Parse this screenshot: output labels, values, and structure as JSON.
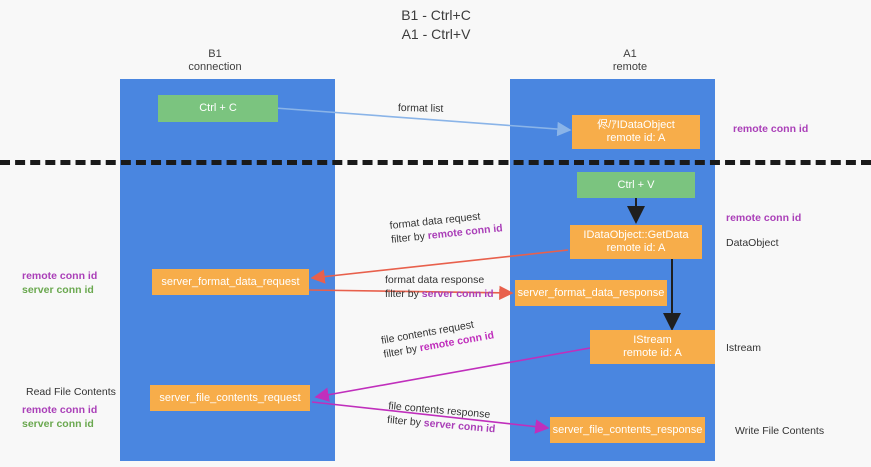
{
  "title": {
    "line1": "B1 - Ctrl+C",
    "line2": "A1 - Ctrl+V"
  },
  "lanes": [
    {
      "name": "b1",
      "title": "B1",
      "subtitle": "connection"
    },
    {
      "name": "a1",
      "title": "A1",
      "subtitle": "remote"
    }
  ],
  "nodes": {
    "ctrl_c": {
      "label": "Ctrl + C",
      "color": "#7bc47f"
    },
    "ctrl_v": {
      "label": "Ctrl + V",
      "color": "#7bc47f"
    },
    "idataobject_top": {
      "line1": "侭/ｱIDataObject",
      "line2": "remote id: A",
      "color": "#f7ad4a"
    },
    "getdata": {
      "line1": "IDataObject::GetData",
      "line2": "remote id: A",
      "color": "#f7ad4a"
    },
    "istream": {
      "line1": "IStream",
      "line2": "remote id: A",
      "color": "#f7ad4a"
    },
    "server_format_data_request": {
      "label": "server_format_data_request",
      "color": "#f7ad4a"
    },
    "server_format_data_response": {
      "label": "server_format_data_response",
      "color": "#f7ad4a"
    },
    "server_file_contents_request": {
      "label": "server_file_contents_request",
      "color": "#f7ad4a"
    },
    "server_file_contents_response": {
      "label": "server_file_contents_response",
      "color": "#f7ad4a"
    }
  },
  "edges": {
    "format_list": {
      "label": "format list"
    },
    "format_data_request": {
      "line1": "format data request",
      "filter_prefix": "filter by ",
      "filter_key": "remote conn id"
    },
    "format_data_response": {
      "line1": "format data response",
      "filter_prefix": "filter by ",
      "filter_key": "server conn id"
    },
    "file_contents_request": {
      "line1": "file contents request",
      "filter_prefix": "filter by ",
      "filter_key": "remote conn id"
    },
    "file_contents_response": {
      "line1": "file contents response",
      "filter_prefix": "filter by ",
      "filter_key": "server conn id"
    }
  },
  "side_labels": {
    "right_remote_conn_id_top": "remote conn id",
    "right_remote_conn_id_mid": "remote conn id",
    "right_dataobject": "DataObject",
    "right_istream": "Istream",
    "right_write_file_contents": "Write File Contents",
    "left_remote_conn_id": "remote conn id",
    "left_server_conn_id": "server conn id",
    "left_read_file_contents": "Read File Contents",
    "left_remote_conn_id_2": "remote conn id",
    "left_server_conn_id_2": "server conn id"
  },
  "colors": {
    "lane": "#4a86e0",
    "green_node": "#7bc47f",
    "orange_node": "#f7ad4a",
    "purple": "#aa3fb8",
    "magenta": "#c02fbc",
    "green_text": "#6aa84f",
    "red_arrow": "#e8604c",
    "blue_arrow": "#8ab4e8",
    "divider": "#1a1a1a",
    "background": "#f8f8f8"
  }
}
